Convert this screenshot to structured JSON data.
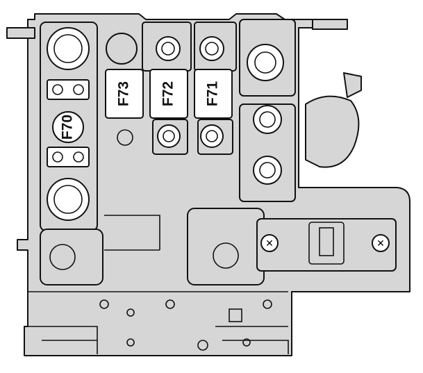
{
  "diagram": {
    "fuses": [
      {
        "label": "F70"
      },
      {
        "label": "F73"
      },
      {
        "label": "F72"
      },
      {
        "label": "F71"
      }
    ],
    "colors": {
      "body": "#d6d6d6",
      "outline": "#111111",
      "fuse": "#ffffff"
    }
  }
}
